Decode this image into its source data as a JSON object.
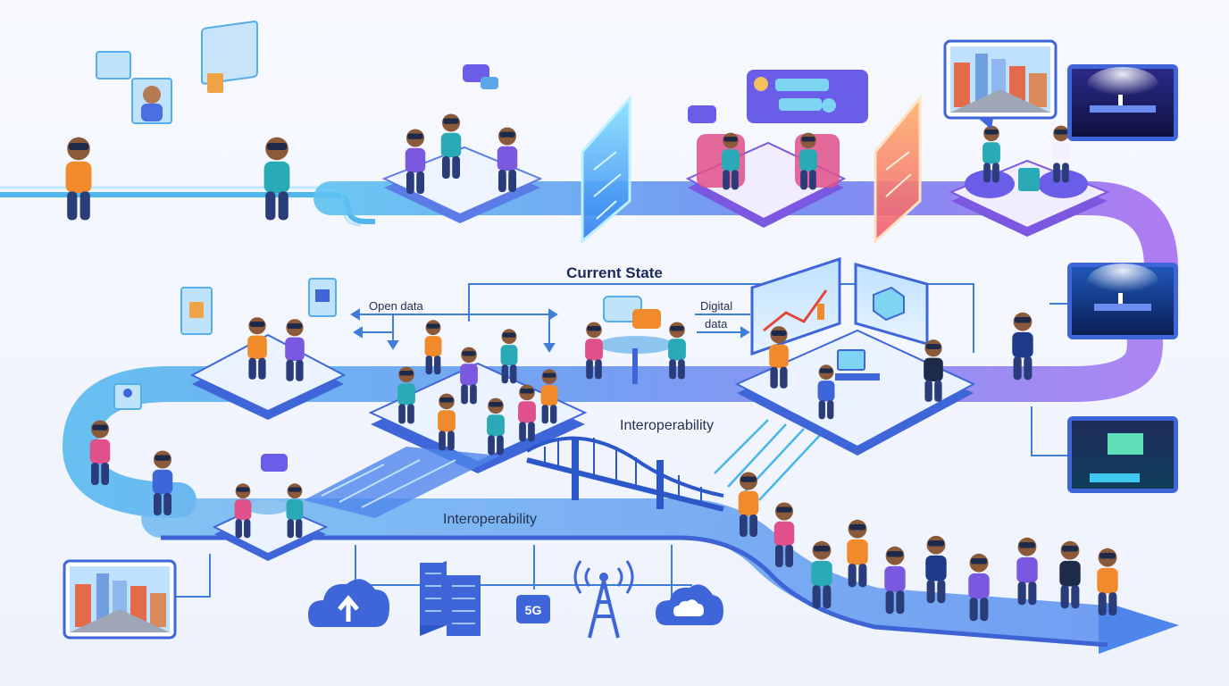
{
  "labels": {
    "current_state": "Current State",
    "open_data": "Open data",
    "digital_data": "Digital data",
    "interoperability_top": "Interoperability",
    "interoperability_bottom": "Interoperability",
    "network_5g": "5G"
  },
  "colors": {
    "path_start": "#4fb6ee",
    "path_mid": "#6b7ff0",
    "path_end": "#a56ef0",
    "platform_top": "#eef4ff",
    "platform_side": "#5b7ce6",
    "accent_orange": "#f08a2b",
    "accent_purple": "#7b58e0",
    "accent_teal": "#2aa9b7",
    "infra_blue": "#3f66d8"
  },
  "icons": [
    "cloud-upload-icon",
    "server-rack-icon",
    "5g-badge-icon",
    "cell-tower-icon",
    "cloud-icon",
    "chat-bubble-icon",
    "portal-gate-icon",
    "bridge-icon",
    "vr-headset-icon"
  ]
}
